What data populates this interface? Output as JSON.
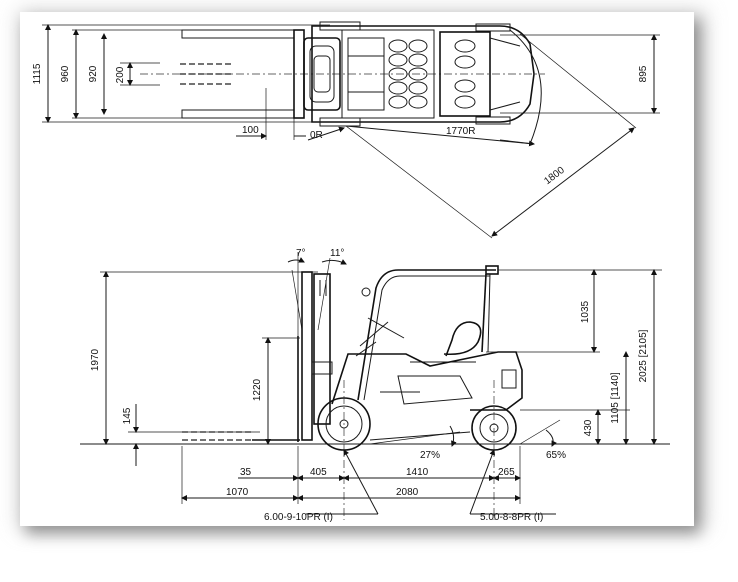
{
  "top_view": {
    "labels": {
      "d1115": "1115",
      "d960": "960",
      "d920": "920",
      "d200": "200",
      "d100": "100",
      "d0r": "0R",
      "d1770r": "1770R",
      "d1800": "1800",
      "d895": "895"
    }
  },
  "side_view": {
    "labels": {
      "a7": "7°",
      "a11": "11°",
      "d1970": "1970",
      "d1220": "1220",
      "d145": "145",
      "d35": "35",
      "d1070": "1070",
      "d405": "405",
      "d1410": "1410",
      "d265": "265",
      "d2080": "2080",
      "d1035": "1035",
      "d2025": "2025 [2105]",
      "d1105": "1105 [1140]",
      "d430": "430",
      "a27": "27%",
      "a65": "65%",
      "tire_front": "6.00-9-10PR (I)",
      "tire_rear": "5.00-8-8PR (I)"
    }
  }
}
